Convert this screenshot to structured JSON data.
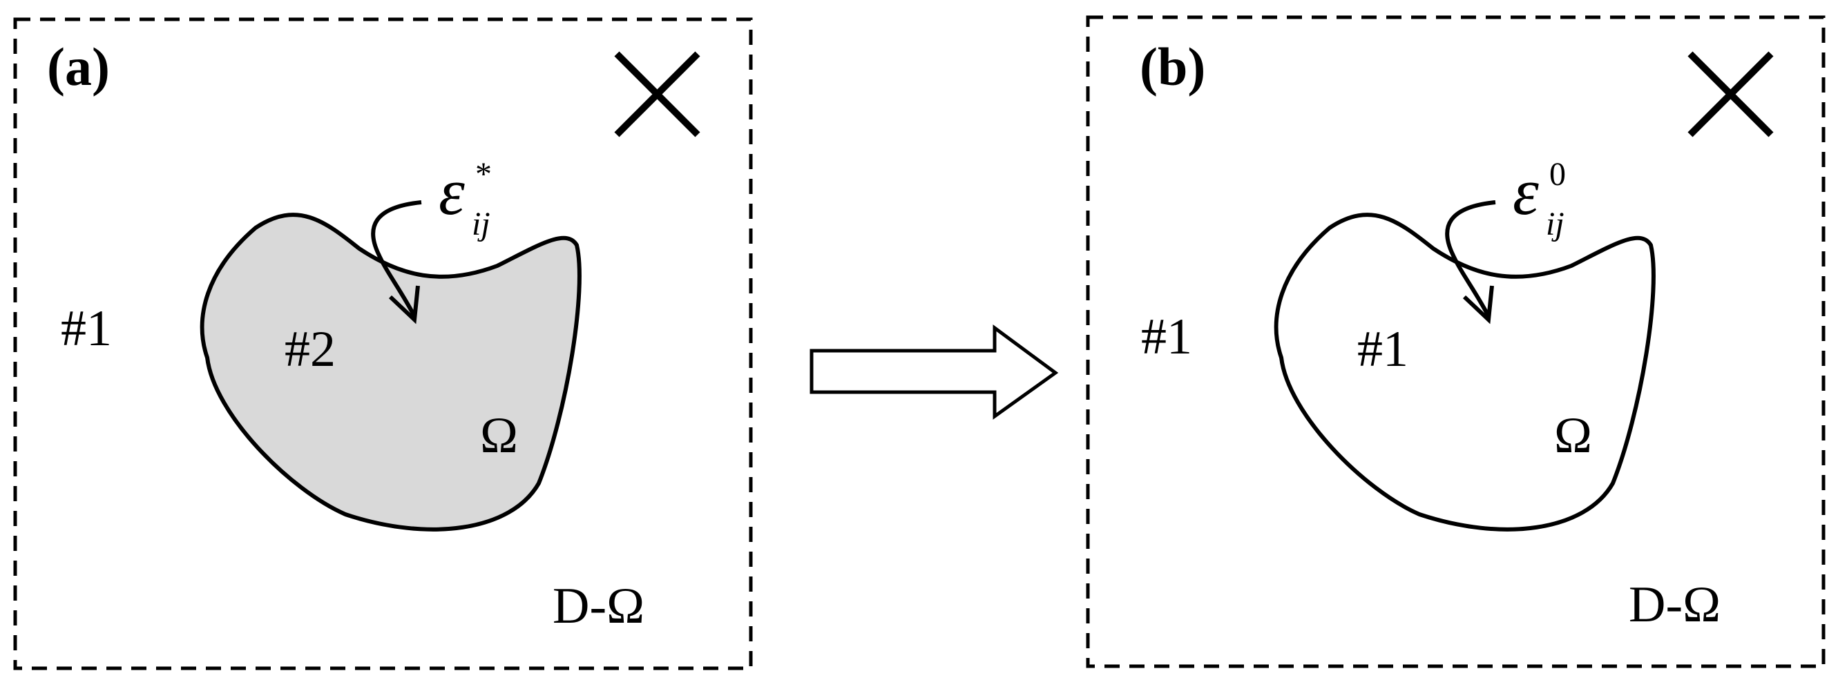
{
  "panel_a": {
    "label": "(a)",
    "outer_region_label": "#1",
    "inclusion_label": "#2",
    "inclusion_symbol": "Ω",
    "complement_label": "D-Ω",
    "strain": {
      "symbol": "ε",
      "subscript": "ij",
      "superscript": "*"
    },
    "inclusion_fill": "#d9d9d9"
  },
  "panel_b": {
    "label": "(b)",
    "outer_region_label": "#1",
    "inclusion_label": "#1",
    "inclusion_symbol": "Ω",
    "complement_label": "D-Ω",
    "strain": {
      "symbol": "ε",
      "subscript": "ij",
      "superscript": "0"
    },
    "inclusion_fill": "#ffffff"
  },
  "colors": {
    "stroke": "#000000",
    "background": "#ffffff"
  }
}
